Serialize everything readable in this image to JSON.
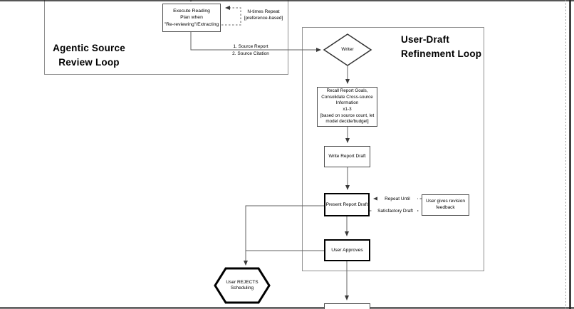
{
  "colors": {
    "connector": "#616161",
    "connector-dark": "#3a3a3a",
    "shape-border": "#4d4d4d",
    "emphasis-border": "#000000",
    "container-border": "#8f8f8f"
  },
  "loops": {
    "agentic": {
      "title_line1": "Agentic Source",
      "title_line2": "Review Loop"
    },
    "user_draft": {
      "title_line1": "User-Draft",
      "title_line2": "Refinement Loop"
    }
  },
  "nodes": {
    "execute_reading": {
      "line1": "Execute Reading",
      "line2": "Plan when",
      "line3": "\"Re-reviewing\"/Extracting"
    },
    "writer": {
      "label": "Writer"
    },
    "recall": {
      "line1": "Recall Report Goals,",
      "line2": "Consolidate Cross-source",
      "line3": "Information",
      "line4": "x1-3",
      "line5": "[based on source count, let",
      "line6": "model decide/budget]"
    },
    "write_draft": {
      "label": "Write Report Draft"
    },
    "present_draft": {
      "label": "Present Report Draft"
    },
    "revision_feedback": {
      "line1": "User gives revision",
      "line2": "feedback"
    },
    "user_approves": {
      "label": "User Approves"
    },
    "user_rejects": {
      "line1": "User REJECTS",
      "line2": "Scheduling"
    }
  },
  "edge_labels": {
    "n_times_1": "N-times Repeat",
    "n_times_2": "[preference-based]",
    "source_report": "1. Source Report",
    "source_citation": "2. Source Citation",
    "repeat_until": "Repeat Until",
    "satisfactory": "Satisfactory Draft"
  }
}
